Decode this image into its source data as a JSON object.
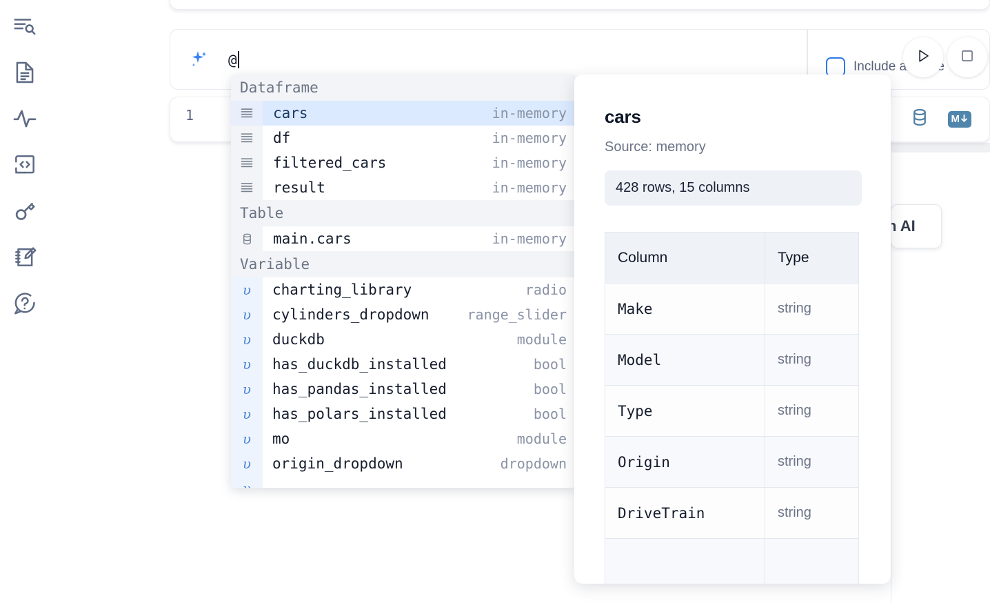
{
  "sidebar": {
    "items": [
      {
        "name": "outline-search-icon",
        "label": "Outline"
      },
      {
        "name": "file-document-icon",
        "label": "Files"
      },
      {
        "name": "activity-pulse-icon",
        "label": "Activity"
      },
      {
        "name": "code-snippets-icon",
        "label": "Snippets"
      },
      {
        "name": "key-secrets-icon",
        "label": "Secrets"
      },
      {
        "name": "scratchpad-edit-icon",
        "label": "Scratchpad"
      },
      {
        "name": "help-question-icon",
        "label": "Help"
      }
    ]
  },
  "prompt": {
    "value": "@",
    "placeholder": "",
    "sparkle_icon": "ai-sparkle-icon",
    "include_all_code_label": "Include all code",
    "include_all_code_checked": false,
    "run_button_icon": "play-icon",
    "stop_button_icon": "stop-square-icon",
    "accent_color": "#2e7ae6"
  },
  "code_cell": {
    "line_number": "1",
    "icons": [
      {
        "name": "database-icon",
        "label": "SQL"
      },
      {
        "name": "markdown-icon",
        "label": "M"
      }
    ],
    "markdown_badge": "M",
    "icon_color": "#5086ab"
  },
  "side_button": {
    "label": "h AI"
  },
  "autocomplete": {
    "groups": [
      {
        "label": "Dataframe",
        "icon": "dataframe-rows-icon",
        "kind": "dataframe",
        "items": [
          {
            "name": "cars",
            "type": "in-memory",
            "selected": true
          },
          {
            "name": "df",
            "type": "in-memory",
            "selected": false
          },
          {
            "name": "filtered_cars",
            "type": "in-memory",
            "selected": false
          },
          {
            "name": "result",
            "type": "in-memory",
            "selected": false
          }
        ]
      },
      {
        "label": "Table",
        "icon": "database-icon",
        "kind": "table",
        "items": [
          {
            "name": "main.cars",
            "type": "in-memory",
            "selected": false
          }
        ]
      },
      {
        "label": "Variable",
        "icon": "variable-icon",
        "kind": "variable",
        "items": [
          {
            "name": "charting_library",
            "type": "radio",
            "selected": false
          },
          {
            "name": "cylinders_dropdown",
            "type": "range_slider",
            "selected": false
          },
          {
            "name": "duckdb",
            "type": "module",
            "selected": false
          },
          {
            "name": "has_duckdb_installed",
            "type": "bool",
            "selected": false
          },
          {
            "name": "has_pandas_installed",
            "type": "bool",
            "selected": false
          },
          {
            "name": "has_polars_installed",
            "type": "bool",
            "selected": false
          },
          {
            "name": "mo",
            "type": "module",
            "selected": false
          },
          {
            "name": "origin_dropdown",
            "type": "dropdown",
            "selected": false
          }
        ]
      }
    ],
    "selected_bg": "#dbeafe"
  },
  "detail": {
    "title": "cars",
    "source": "Source: memory",
    "shape": "428 rows, 15 columns",
    "table": {
      "headers": [
        "Column",
        "Type"
      ],
      "rows": [
        [
          "Make",
          "string"
        ],
        [
          "Model",
          "string"
        ],
        [
          "Type",
          "string"
        ],
        [
          "Origin",
          "string"
        ],
        [
          "DriveTrain",
          "string"
        ]
      ]
    }
  }
}
